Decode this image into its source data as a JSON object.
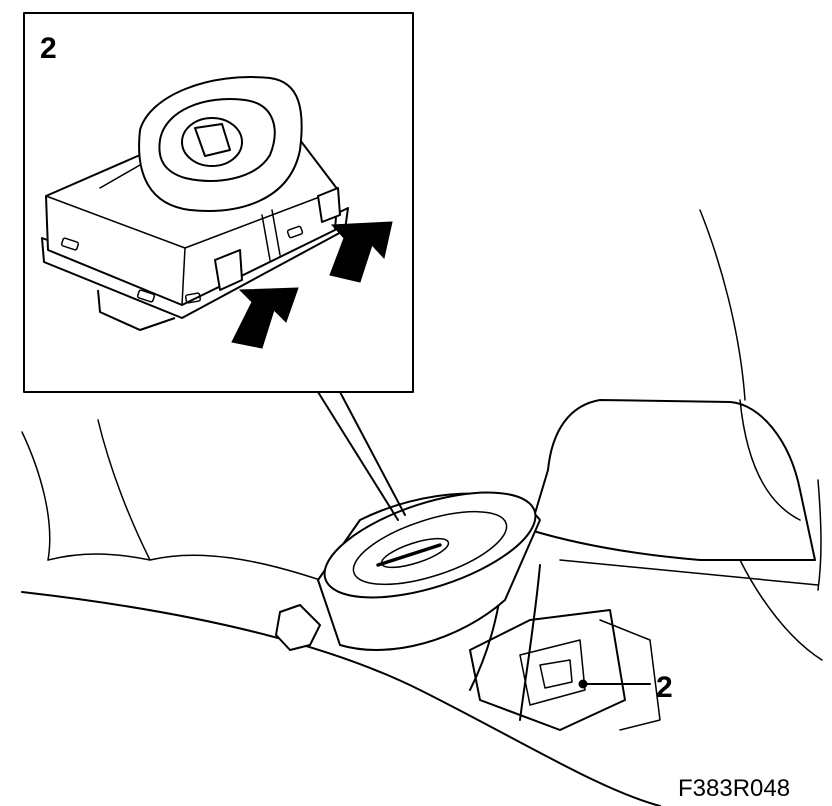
{
  "inset": {
    "callout_label": "2"
  },
  "main": {
    "callout_label": "2"
  },
  "figure_code": "F383R048",
  "icons": {
    "arrow_left": "arrow-icon",
    "arrow_right": "arrow-icon"
  }
}
